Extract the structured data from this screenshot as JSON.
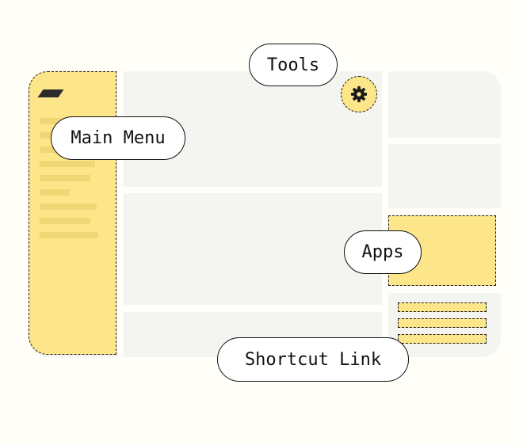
{
  "labels": {
    "tools": "Tools",
    "main_menu": "Main Menu",
    "apps": "Apps",
    "shortcut_link": "Shortcut Link"
  },
  "icons": {
    "logo": "logo-mark-icon",
    "tools": "gear-icon"
  },
  "colors": {
    "page_background": "#fffef9",
    "panel": "#f4f4f0",
    "highlight": "#fde68a",
    "outline": "#111111",
    "callout_background": "#ffffff"
  }
}
